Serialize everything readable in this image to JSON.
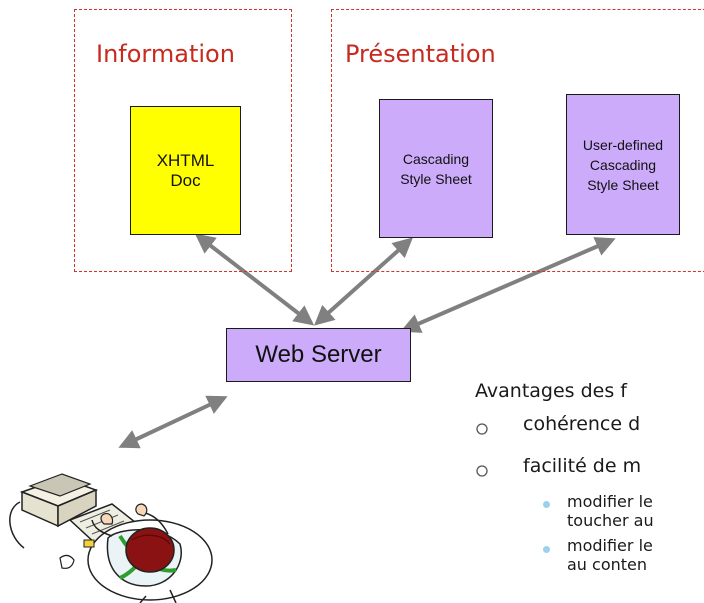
{
  "groups": {
    "information": {
      "title": "Information"
    },
    "presentation": {
      "title": "Présentation"
    }
  },
  "boxes": {
    "xhtml": {
      "label": "XHTML\nDoc",
      "color": "#ffff00"
    },
    "css": {
      "label": "Cascading\nStyle Sheet",
      "color": "#cdabfb"
    },
    "user_css": {
      "label": "User-defined\nCascading\nStyle Sheet",
      "color": "#cdabfb"
    }
  },
  "server": {
    "label": "Web Server",
    "color": "#cdabfb"
  },
  "benefits": {
    "heading": "Avantages des f",
    "items": [
      {
        "text": "cohérence d"
      },
      {
        "text": "facilité de m",
        "subitems": [
          {
            "line1": "modifier le",
            "line2": "toucher au"
          },
          {
            "line1": "modifier le",
            "line2": "au conten"
          }
        ]
      }
    ]
  },
  "colors": {
    "dashed_border": "#d0342c",
    "title_red": "#c62b1f",
    "arrow": "#808080",
    "bullet_sub": "#9ad2ea"
  },
  "icons": {
    "user": "person-at-computer-icon"
  }
}
